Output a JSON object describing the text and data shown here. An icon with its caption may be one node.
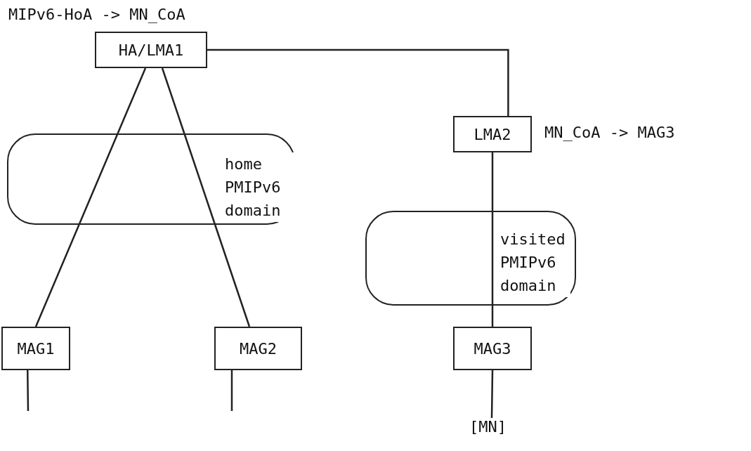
{
  "diagram": {
    "nodes": [
      {
        "text": [
          "HA/LMA1"
        ],
        "beside": [
          "MIPv6-HoA -> MN_CoA"
        ]
      },
      {
        "text": [
          "LMA2"
        ],
        "beside": [
          "MN_CoA -> MAG3"
        ]
      },
      {
        "text": [
          "home PMIPv6 domain"
        ]
      },
      {
        "text": [
          "visited PMIPv6 domain"
        ]
      },
      {
        "text": [
          "MAG1"
        ]
      },
      {
        "text": [
          "MAG2"
        ]
      },
      {
        "text": [
          "MAG3"
        ]
      },
      {
        "text": [
          "[MN]"
        ]
      }
    ],
    "edges": [
      {
        "from": 0,
        "to": 1,
        "arrow": "none"
      },
      {
        "from": 0,
        "to": 2,
        "arrow": "none"
      },
      {
        "from": 2,
        "to": 4,
        "arrow": "none"
      },
      {
        "from": 0,
        "to": 2,
        "arrow": "none"
      },
      {
        "from": 2,
        "to": 5,
        "arrow": "none"
      },
      {
        "from": 1,
        "to": 3,
        "arrow": "none"
      },
      {
        "from": 3,
        "to": 6,
        "arrow": "none"
      },
      {
        "from": 6,
        "to": 7,
        "arrow": "none"
      },
      {
        "from": 4,
        "to": null,
        "arrow": "none"
      },
      {
        "from": 5,
        "to": null,
        "arrow": "none"
      }
    ]
  }
}
